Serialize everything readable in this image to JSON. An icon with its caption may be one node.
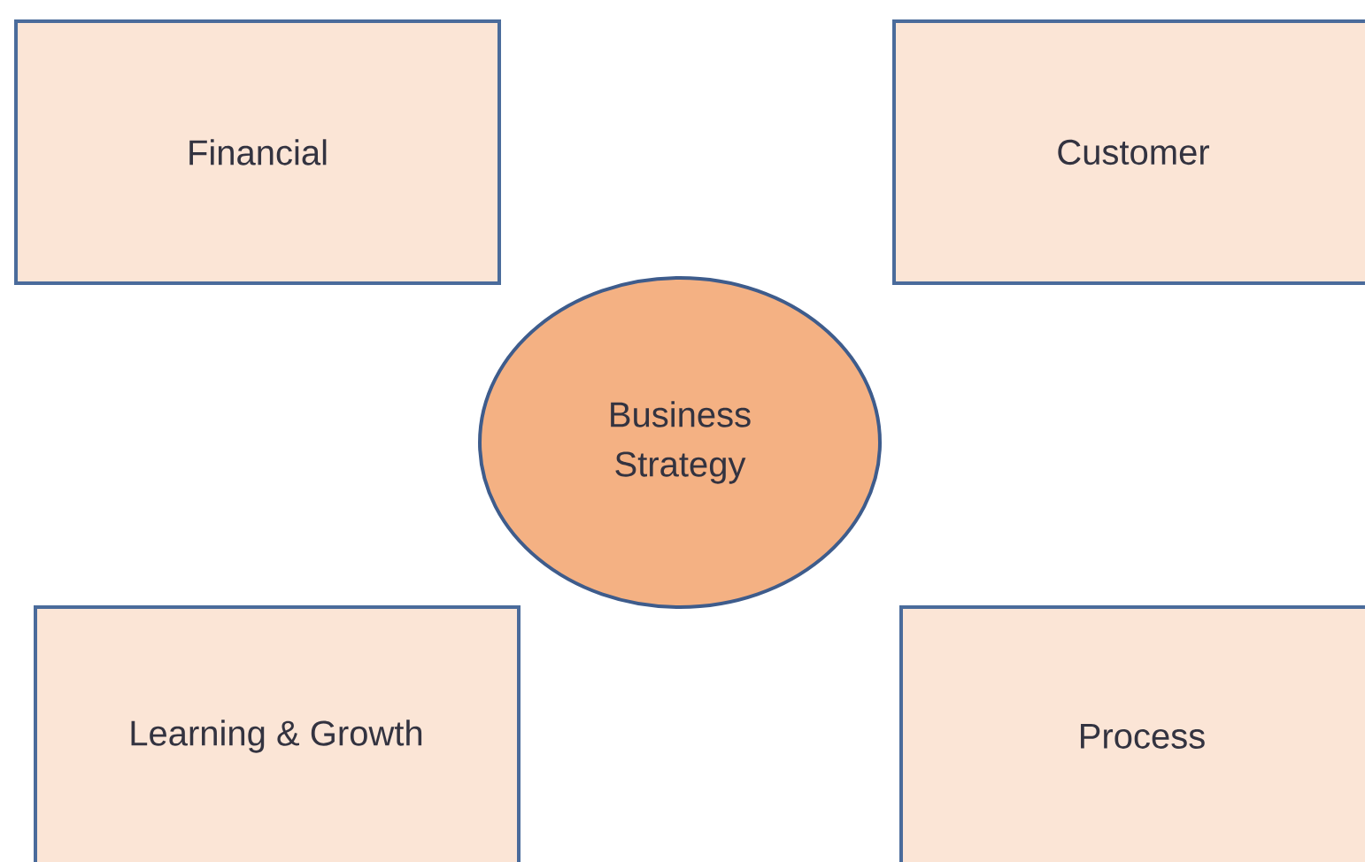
{
  "diagram": {
    "nodes": [
      {
        "text": [
          "Financial"
        ]
      },
      {
        "text": [
          "Customer"
        ]
      },
      {
        "text": [
          "Business Strategy"
        ]
      },
      {
        "text": [
          "Learning & Growth"
        ]
      },
      {
        "text": [
          "Process"
        ]
      }
    ]
  }
}
